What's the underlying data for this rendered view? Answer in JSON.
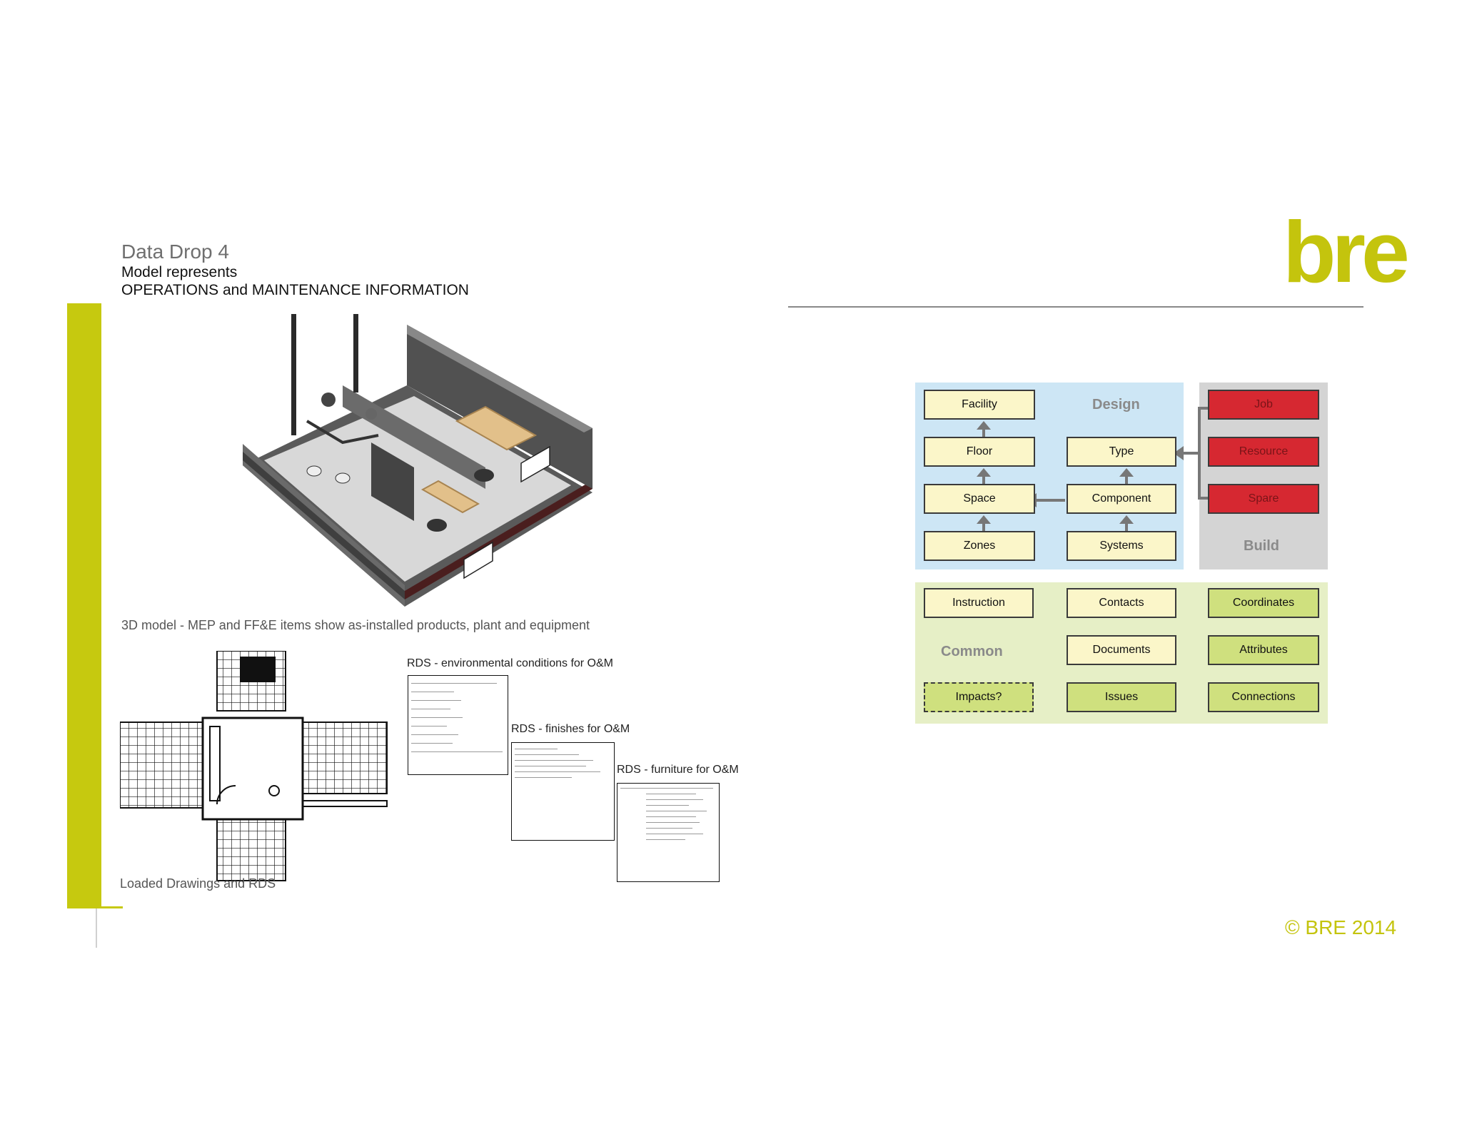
{
  "header": {
    "title": "Data Drop 4",
    "line1": "Model represents",
    "line2": "OPERATIONS and MAINTENANCE INFORMATION"
  },
  "logo": {
    "text": "bre",
    "color": "#c4c40d"
  },
  "captions": {
    "model": "3D model - MEP and FF&E items show as-installed products, plant and equipment",
    "rds_env": "RDS - environmental conditions for O&M",
    "rds_finishes": "RDS - finishes for O&M",
    "rds_furniture": "RDS - furniture for O&M",
    "drawings": "Loaded Drawings and RDS"
  },
  "cobie": {
    "design_label": "Design",
    "build_label": "Build",
    "common_label": "Common",
    "facility": "Facility",
    "floor": "Floor",
    "space": "Space",
    "zones": "Zones",
    "type": "Type",
    "component": "Component",
    "systems": "Systems",
    "job": "Job",
    "resource": "Resource",
    "spare": "Spare",
    "instruction": "Instruction",
    "contacts": "Contacts",
    "coordinates": "Coordinates",
    "documents": "Documents",
    "attributes": "Attributes",
    "impacts": "Impacts?",
    "issues": "Issues",
    "connections": "Connections",
    "colors": {
      "design_bg": "#cde6f5",
      "build_bg": "#d4d4d4",
      "common_bg": "#e6efc6",
      "yellow_box": "#fbf6c9",
      "red_box": "#d62831",
      "green_box": "#cfe07e"
    }
  },
  "footer": {
    "copyright": "© BRE 2014"
  },
  "colors": {
    "accent": "#c6c90f"
  }
}
